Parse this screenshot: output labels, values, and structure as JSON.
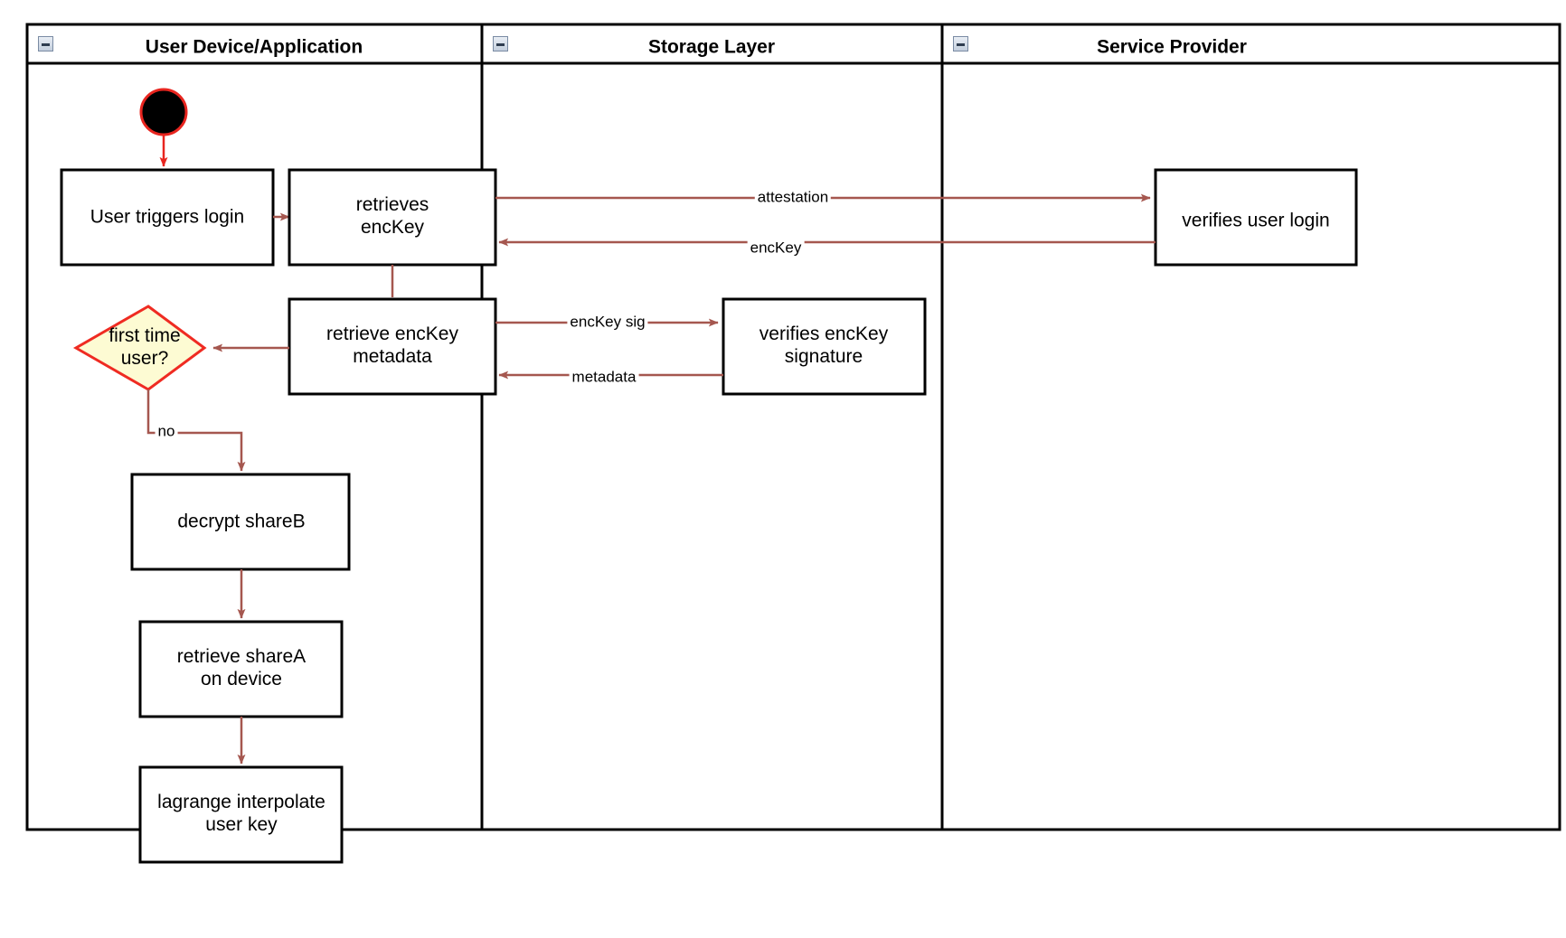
{
  "diagram": {
    "type": "uml-activity-swimlane",
    "title": "",
    "colors": {
      "lane_border": "#000000",
      "node_border": "#000000",
      "node_fill": "#ffffff",
      "edge": "#a5574f",
      "start_node_fill": "#000000",
      "start_node_border": "#e8251f",
      "decision_fill": "#fdfbd3",
      "decision_border": "#ef2b22",
      "text": "#000000",
      "collapse_icon": "#c3cedd"
    },
    "lanes": [
      {
        "id": "lane-user",
        "label": "User Device/Application",
        "collapse_icon": "minus-box-icon"
      },
      {
        "id": "lane-storage",
        "label": "Storage Layer",
        "collapse_icon": "minus-box-icon"
      },
      {
        "id": "lane-service",
        "label": "Service Provider",
        "collapse_icon": "minus-box-icon"
      }
    ],
    "nodes": [
      {
        "id": "start",
        "type": "start",
        "lane": "lane-user",
        "label": ""
      },
      {
        "id": "user-triggers-login",
        "type": "activity",
        "lane": "lane-user",
        "label": "User triggers login"
      },
      {
        "id": "retrieves-enckey",
        "type": "activity",
        "lane": "lane-user",
        "label": "retrieves\nencKey"
      },
      {
        "id": "retrieve-enckey-metadata",
        "type": "activity",
        "lane": "lane-user",
        "label": "retrieve encKey\nmetadata"
      },
      {
        "id": "first-time-user",
        "type": "decision",
        "lane": "lane-user",
        "label": "first time\nuser?"
      },
      {
        "id": "decrypt-shareb",
        "type": "activity",
        "lane": "lane-user",
        "label": "decrypt shareB"
      },
      {
        "id": "retrieve-sharea-on-device",
        "type": "activity",
        "lane": "lane-user",
        "label": "retrieve shareA\non device"
      },
      {
        "id": "lagrange-interpolate-user-key",
        "type": "activity",
        "lane": "lane-user",
        "label": "lagrange interpolate\nuser key"
      },
      {
        "id": "verifies-enckey-signature",
        "type": "activity",
        "lane": "lane-storage",
        "label": "verifies encKey\nsignature"
      },
      {
        "id": "verifies-user-login",
        "type": "activity",
        "lane": "lane-service",
        "label": "verifies user login"
      }
    ],
    "edges": [
      {
        "id": "edge-start-login",
        "from": "start",
        "to": "user-triggers-login",
        "label": ""
      },
      {
        "id": "edge-login-retrieves",
        "from": "user-triggers-login",
        "to": "retrieves-enckey",
        "label": ""
      },
      {
        "id": "edge-attestation",
        "from": "retrieves-enckey",
        "to": "verifies-user-login",
        "label": "attestation"
      },
      {
        "id": "edge-enckey",
        "from": "verifies-user-login",
        "to": "retrieves-enckey",
        "label": "encKey"
      },
      {
        "id": "edge-retrieves-metadata",
        "from": "retrieves-enckey",
        "to": "retrieve-enckey-metadata",
        "label": ""
      },
      {
        "id": "edge-enckey-sig",
        "from": "retrieve-enckey-metadata",
        "to": "verifies-enckey-signature",
        "label": "encKey sig"
      },
      {
        "id": "edge-metadata",
        "from": "verifies-enckey-signature",
        "to": "retrieve-enckey-metadata",
        "label": "metadata"
      },
      {
        "id": "edge-metadata-decision",
        "from": "retrieve-enckey-metadata",
        "to": "first-time-user",
        "label": ""
      },
      {
        "id": "edge-no",
        "from": "first-time-user",
        "to": "decrypt-shareb",
        "label": "no"
      },
      {
        "id": "edge-shareb-sharea",
        "from": "decrypt-shareb",
        "to": "retrieve-sharea-on-device",
        "label": ""
      },
      {
        "id": "edge-sharea-lagrange",
        "from": "retrieve-sharea-on-device",
        "to": "lagrange-interpolate-user-key",
        "label": ""
      }
    ]
  }
}
